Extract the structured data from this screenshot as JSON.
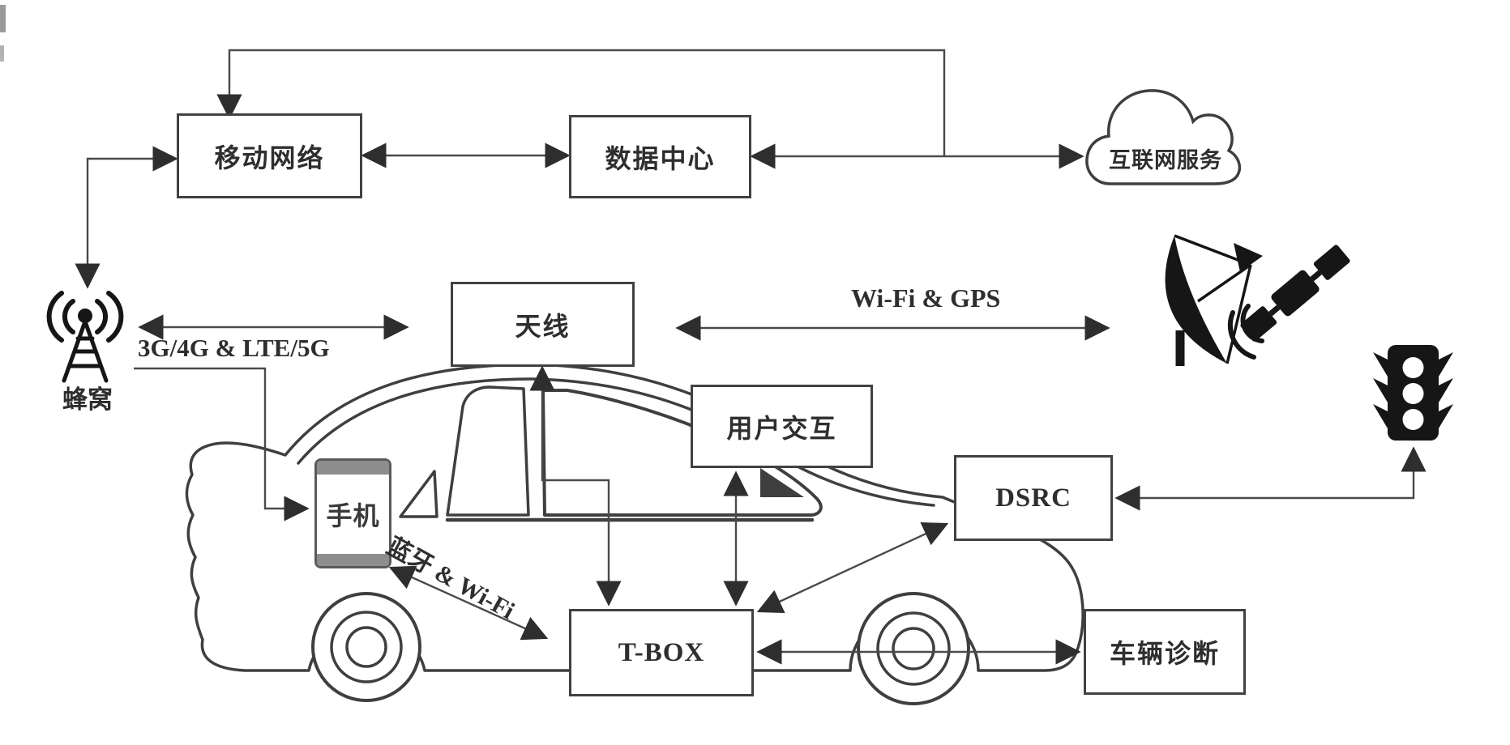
{
  "diagram": {
    "boxes": {
      "mobile_network": "移动网络",
      "data_center": "数据中心",
      "internet_service": "互联网服务",
      "antenna": "天线",
      "user_interaction": "用户交互",
      "dsrc": "DSRC",
      "tbox": "T-BOX",
      "vehicle_diagnostics": "车辆诊断"
    },
    "labels": {
      "cellular": "蜂窝",
      "phone": "手机",
      "link_cellular": "3G/4G & LTE/5G",
      "link_wifi_gps": "Wi-Fi & GPS",
      "link_bluetooth": "蓝牙 & Wi-Fi"
    },
    "icons": {
      "cell_tower": "cell-tower-icon",
      "satellite_dish": "satellite-dish-icon",
      "satellite": "satellite-icon",
      "traffic_light": "traffic-light-icon",
      "cloud": "cloud-icon",
      "car": "car-outline-icon",
      "smartphone": "smartphone-icon"
    },
    "colors": {
      "line": "#4a4a4a",
      "box_border": "#414141",
      "text": "#2e2e2e",
      "icon_fill": "#161616",
      "phone_cap": "#8d8d8d",
      "background": "#ffffff"
    }
  }
}
